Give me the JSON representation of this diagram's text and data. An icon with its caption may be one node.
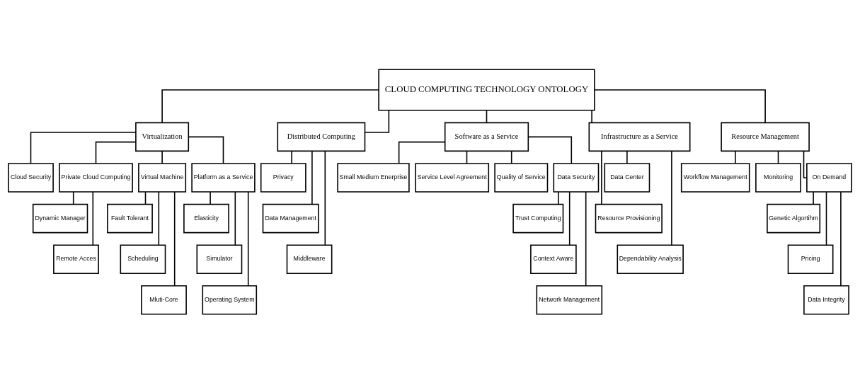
{
  "diagram": {
    "nodes": [
      {
        "text": [
          "CLOUD COMPUTING TECHNOLOGY ONTOLOGY"
        ]
      },
      {
        "text": [
          "Virtualization"
        ]
      },
      {
        "text": [
          "Cloud Security"
        ]
      },
      {
        "text": [
          "Private Cloud Computing"
        ]
      },
      {
        "text": [
          "Dynamic Manager"
        ]
      },
      {
        "text": [
          "Remote Acces"
        ]
      },
      {
        "text": [
          "Virtual Machine"
        ]
      },
      {
        "text": [
          "Fault Tolerant"
        ]
      },
      {
        "text": [
          "Scheduling"
        ]
      },
      {
        "text": [
          "Mluti-Core"
        ]
      },
      {
        "text": [
          "Platform as a Service"
        ]
      },
      {
        "text": [
          "Elasticity"
        ]
      },
      {
        "text": [
          "Simulator"
        ]
      },
      {
        "text": [
          "Operating System"
        ]
      },
      {
        "text": [
          "Distributed Computing"
        ]
      },
      {
        "text": [
          "Privacy"
        ]
      },
      {
        "text": [
          "Data Management"
        ]
      },
      {
        "text": [
          "Middleware"
        ]
      },
      {
        "text": [
          "Software as a Service"
        ]
      },
      {
        "text": [
          "Small Medium Enerprise"
        ]
      },
      {
        "text": [
          "Service Level Agreement"
        ]
      },
      {
        "text": [
          "Quality of Service"
        ]
      },
      {
        "text": [
          "Data Security"
        ]
      },
      {
        "text": [
          "Trust Computing"
        ]
      },
      {
        "text": [
          "Context Aware"
        ]
      },
      {
        "text": [
          "Network Management"
        ]
      },
      {
        "text": [
          "Infrastructure as a Service"
        ]
      },
      {
        "text": [
          "Data Center"
        ]
      },
      {
        "text": [
          "Resource Provisioning"
        ]
      },
      {
        "text": [
          "Dependability Analysis"
        ]
      },
      {
        "text": [
          "Resource Management"
        ]
      },
      {
        "text": [
          "Workflow Management"
        ]
      },
      {
        "text": [
          "Monitoring"
        ]
      },
      {
        "text": [
          "On Demand"
        ]
      },
      {
        "text": [
          "Genetic Algortihm"
        ]
      },
      {
        "text": [
          "Pricing"
        ]
      },
      {
        "text": [
          "Data Integrity"
        ]
      }
    ],
    "edges": [
      {
        "from": 0,
        "to": 1,
        "arrow": "none"
      },
      {
        "from": 0,
        "to": 14,
        "arrow": "none"
      },
      {
        "from": 0,
        "to": 18,
        "arrow": "none"
      },
      {
        "from": 0,
        "to": 26,
        "arrow": "none"
      },
      {
        "from": 0,
        "to": 30,
        "arrow": "none"
      },
      {
        "from": 1,
        "to": 2,
        "arrow": "none"
      },
      {
        "from": 1,
        "to": 3,
        "arrow": "none"
      },
      {
        "from": 1,
        "to": 6,
        "arrow": "none"
      },
      {
        "from": 1,
        "to": 10,
        "arrow": "none"
      },
      {
        "from": 3,
        "to": 4,
        "arrow": "none"
      },
      {
        "from": 3,
        "to": 5,
        "arrow": "none"
      },
      {
        "from": 6,
        "to": 7,
        "arrow": "none"
      },
      {
        "from": 6,
        "to": 8,
        "arrow": "none"
      },
      {
        "from": 6,
        "to": 9,
        "arrow": "none"
      },
      {
        "from": 10,
        "to": 11,
        "arrow": "none"
      },
      {
        "from": 10,
        "to": 12,
        "arrow": "none"
      },
      {
        "from": 10,
        "to": 13,
        "arrow": "none"
      },
      {
        "from": 14,
        "to": 15,
        "arrow": "none"
      },
      {
        "from": 14,
        "to": 16,
        "arrow": "none"
      },
      {
        "from": 14,
        "to": 17,
        "arrow": "none"
      },
      {
        "from": 18,
        "to": 19,
        "arrow": "none"
      },
      {
        "from": 18,
        "to": 20,
        "arrow": "none"
      },
      {
        "from": 18,
        "to": 21,
        "arrow": "none"
      },
      {
        "from": 18,
        "to": 22,
        "arrow": "none"
      },
      {
        "from": 22,
        "to": 23,
        "arrow": "none"
      },
      {
        "from": 22,
        "to": 24,
        "arrow": "none"
      },
      {
        "from": 22,
        "to": 25,
        "arrow": "none"
      },
      {
        "from": 26,
        "to": 27,
        "arrow": "none"
      },
      {
        "from": 26,
        "to": 28,
        "arrow": "none"
      },
      {
        "from": 26,
        "to": 29,
        "arrow": "none"
      },
      {
        "from": 30,
        "to": 31,
        "arrow": "none"
      },
      {
        "from": 30,
        "to": 32,
        "arrow": "none"
      },
      {
        "from": 30,
        "to": 33,
        "arrow": "none"
      },
      {
        "from": 33,
        "to": 34,
        "arrow": "none"
      },
      {
        "from": 33,
        "to": 35,
        "arrow": "none"
      },
      {
        "from": 33,
        "to": 36,
        "arrow": "none"
      }
    ]
  }
}
